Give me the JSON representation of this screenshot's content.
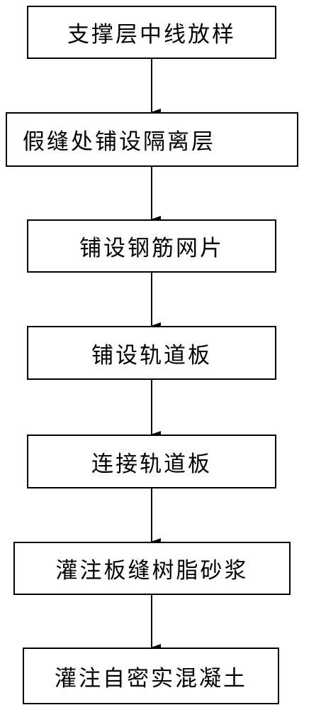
{
  "flowchart": {
    "steps": [
      "支撑层中线放样",
      "假缝处铺设隔离层",
      "铺设钢筋网片",
      "铺设轨道板",
      "连接轨道板",
      "灌注板缝树脂砂浆",
      "灌注自密实混凝土"
    ]
  }
}
